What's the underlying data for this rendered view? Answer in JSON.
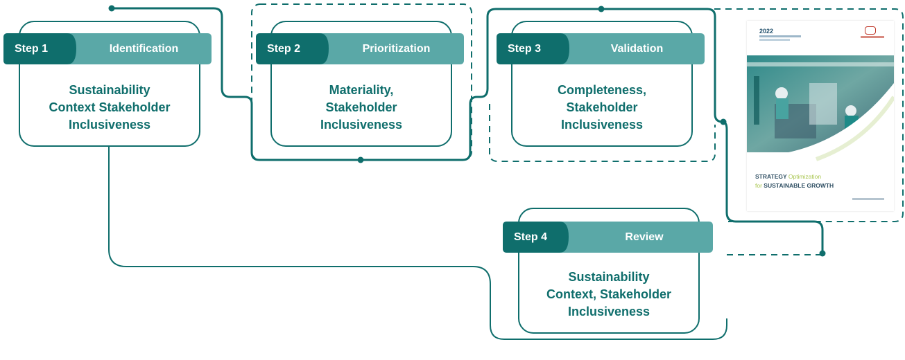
{
  "colors": {
    "dark_teal": "#0f6e6c",
    "light_teal": "#5aa8a7"
  },
  "steps": [
    {
      "step": "Step 1",
      "phase": "Identification",
      "description": "Sustainability\nContext Stakeholder\nInclusiveness"
    },
    {
      "step": "Step 2",
      "phase": "Prioritization",
      "description": "Materiality,\nStakeholder\nInclusiveness"
    },
    {
      "step": "Step 3",
      "phase": "Validation",
      "description": "Completeness,\nStakeholder\nInclusiveness"
    },
    {
      "step": "Step 4",
      "phase": "Review",
      "description": "Sustainability\nContext, Stakeholder\nInclusiveness"
    }
  ],
  "report_cover": {
    "year": "2022",
    "headline_bold_1": "STRATEGY",
    "headline_light_1": "Optimization",
    "headline_light_2": "for",
    "headline_bold_2": "SUSTAINABLE GROWTH",
    "icon": "report-cover-image"
  }
}
